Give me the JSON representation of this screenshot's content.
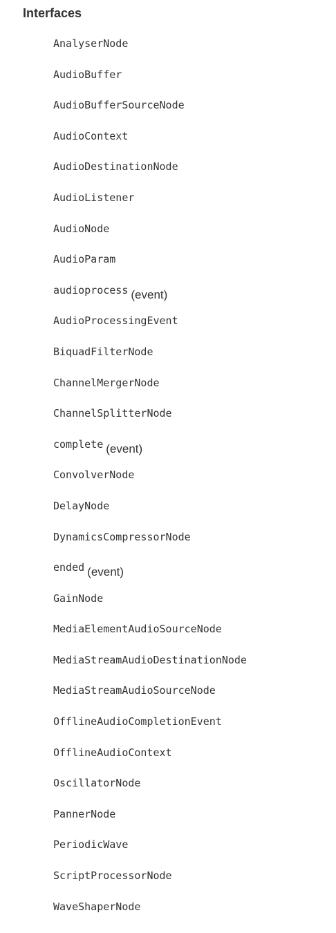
{
  "section": {
    "title": "Interfaces",
    "items": [
      {
        "name": "AnalyserNode",
        "note": ""
      },
      {
        "name": "AudioBuffer",
        "note": ""
      },
      {
        "name": "AudioBufferSourceNode",
        "note": ""
      },
      {
        "name": "AudioContext",
        "note": ""
      },
      {
        "name": "AudioDestinationNode",
        "note": ""
      },
      {
        "name": "AudioListener",
        "note": ""
      },
      {
        "name": "AudioNode",
        "note": ""
      },
      {
        "name": "AudioParam",
        "note": ""
      },
      {
        "name": "audioprocess",
        "note": "(event)"
      },
      {
        "name": "AudioProcessingEvent",
        "note": ""
      },
      {
        "name": "BiquadFilterNode",
        "note": ""
      },
      {
        "name": "ChannelMergerNode",
        "note": ""
      },
      {
        "name": "ChannelSplitterNode",
        "note": ""
      },
      {
        "name": "complete",
        "note": "(event)"
      },
      {
        "name": "ConvolverNode",
        "note": ""
      },
      {
        "name": "DelayNode",
        "note": ""
      },
      {
        "name": "DynamicsCompressorNode",
        "note": ""
      },
      {
        "name": "ended",
        "note": "(event)"
      },
      {
        "name": "GainNode",
        "note": ""
      },
      {
        "name": "MediaElementAudioSourceNode",
        "note": ""
      },
      {
        "name": "MediaStreamAudioDestinationNode",
        "note": ""
      },
      {
        "name": "MediaStreamAudioSourceNode",
        "note": ""
      },
      {
        "name": "OfflineAudioCompletionEvent",
        "note": ""
      },
      {
        "name": "OfflineAudioContext",
        "note": ""
      },
      {
        "name": "OscillatorNode",
        "note": ""
      },
      {
        "name": "PannerNode",
        "note": ""
      },
      {
        "name": "PeriodicWave",
        "note": ""
      },
      {
        "name": "ScriptProcessorNode",
        "note": ""
      },
      {
        "name": "WaveShaperNode",
        "note": ""
      }
    ]
  }
}
